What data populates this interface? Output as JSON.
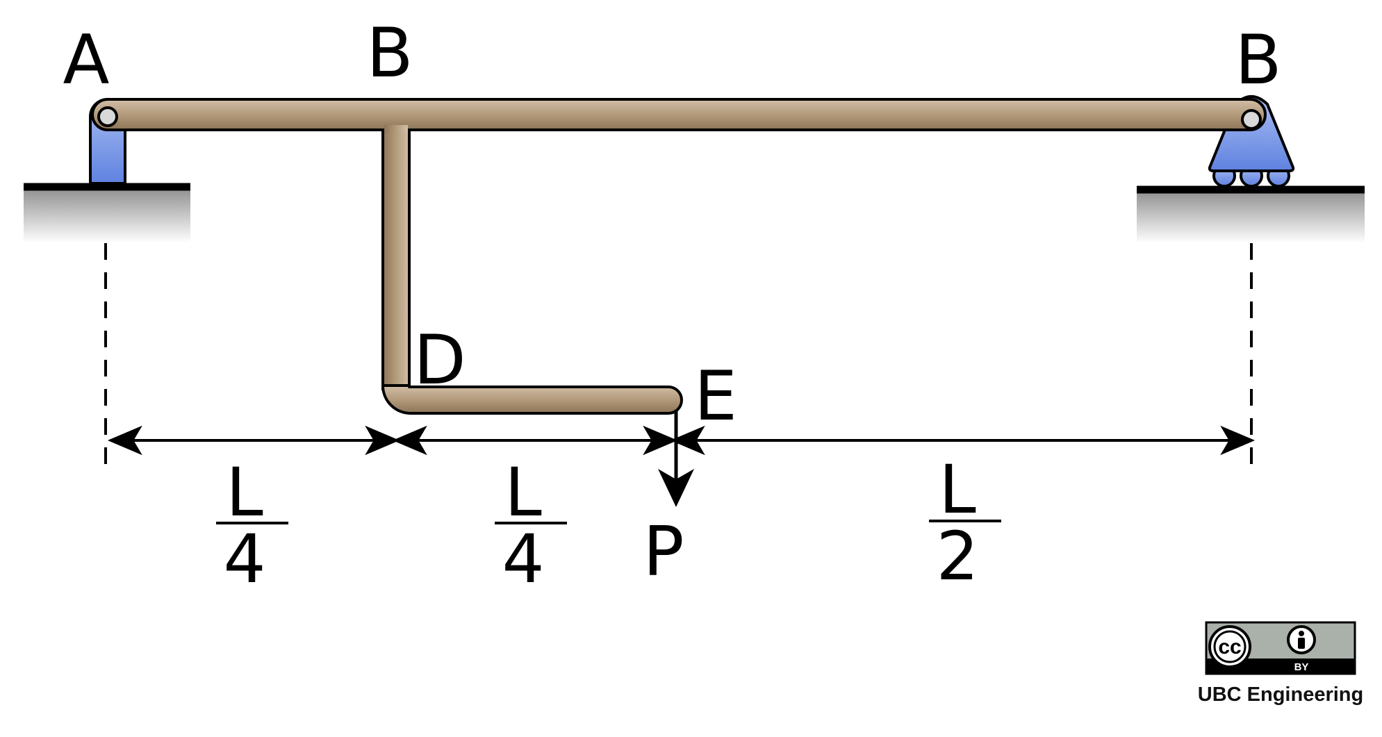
{
  "labels": {
    "a": "A",
    "b_top": "B",
    "b_support": "B",
    "d": "D",
    "e": "E",
    "p": "P"
  },
  "dimensions": [
    {
      "numerator": "L",
      "denominator": "4"
    },
    {
      "numerator": "L",
      "denominator": "4"
    },
    {
      "numerator": "L",
      "denominator": "2"
    }
  ],
  "license": {
    "cc": "cc",
    "by": "BY",
    "credit": "UBC Engineering"
  },
  "colors": {
    "member": "#b39a7e",
    "member_dark": "#8a7560",
    "support_blue": "#6f8fe0",
    "ground": "#9e9e9e"
  },
  "icons": {
    "pin_support": "pin-support-icon",
    "roller_support": "roller-support-icon",
    "load": "arrow-down-icon",
    "license": "creative-commons-by-icon"
  }
}
